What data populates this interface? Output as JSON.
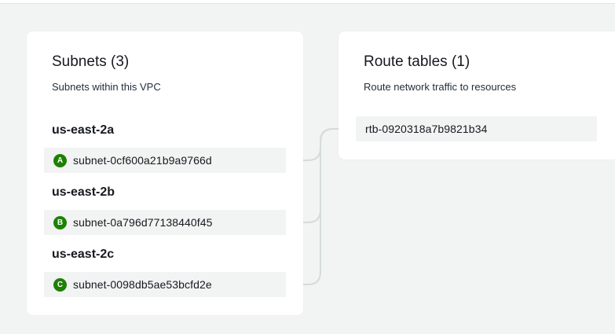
{
  "subnets_card": {
    "title": "Subnets (3)",
    "description": "Subnets within this VPC",
    "zones": [
      {
        "name": "us-east-2a",
        "badge": "A",
        "subnet": "subnet-0cf600a21b9a9766d"
      },
      {
        "name": "us-east-2b",
        "badge": "B",
        "subnet": "subnet-0a796d77138440f45"
      },
      {
        "name": "us-east-2c",
        "badge": "C",
        "subnet": "subnet-0098db5ae53bcfd2e"
      }
    ]
  },
  "route_tables_card": {
    "title": "Route tables (1)",
    "description": "Route network traffic to resources",
    "items": [
      {
        "id": "rtb-0920318a7b9821b34"
      }
    ]
  },
  "colors": {
    "background": "#f2f3f3",
    "card": "#ffffff",
    "row": "#f2f3f3",
    "badge": "#1d8102",
    "connector": "#d5dbdb"
  }
}
